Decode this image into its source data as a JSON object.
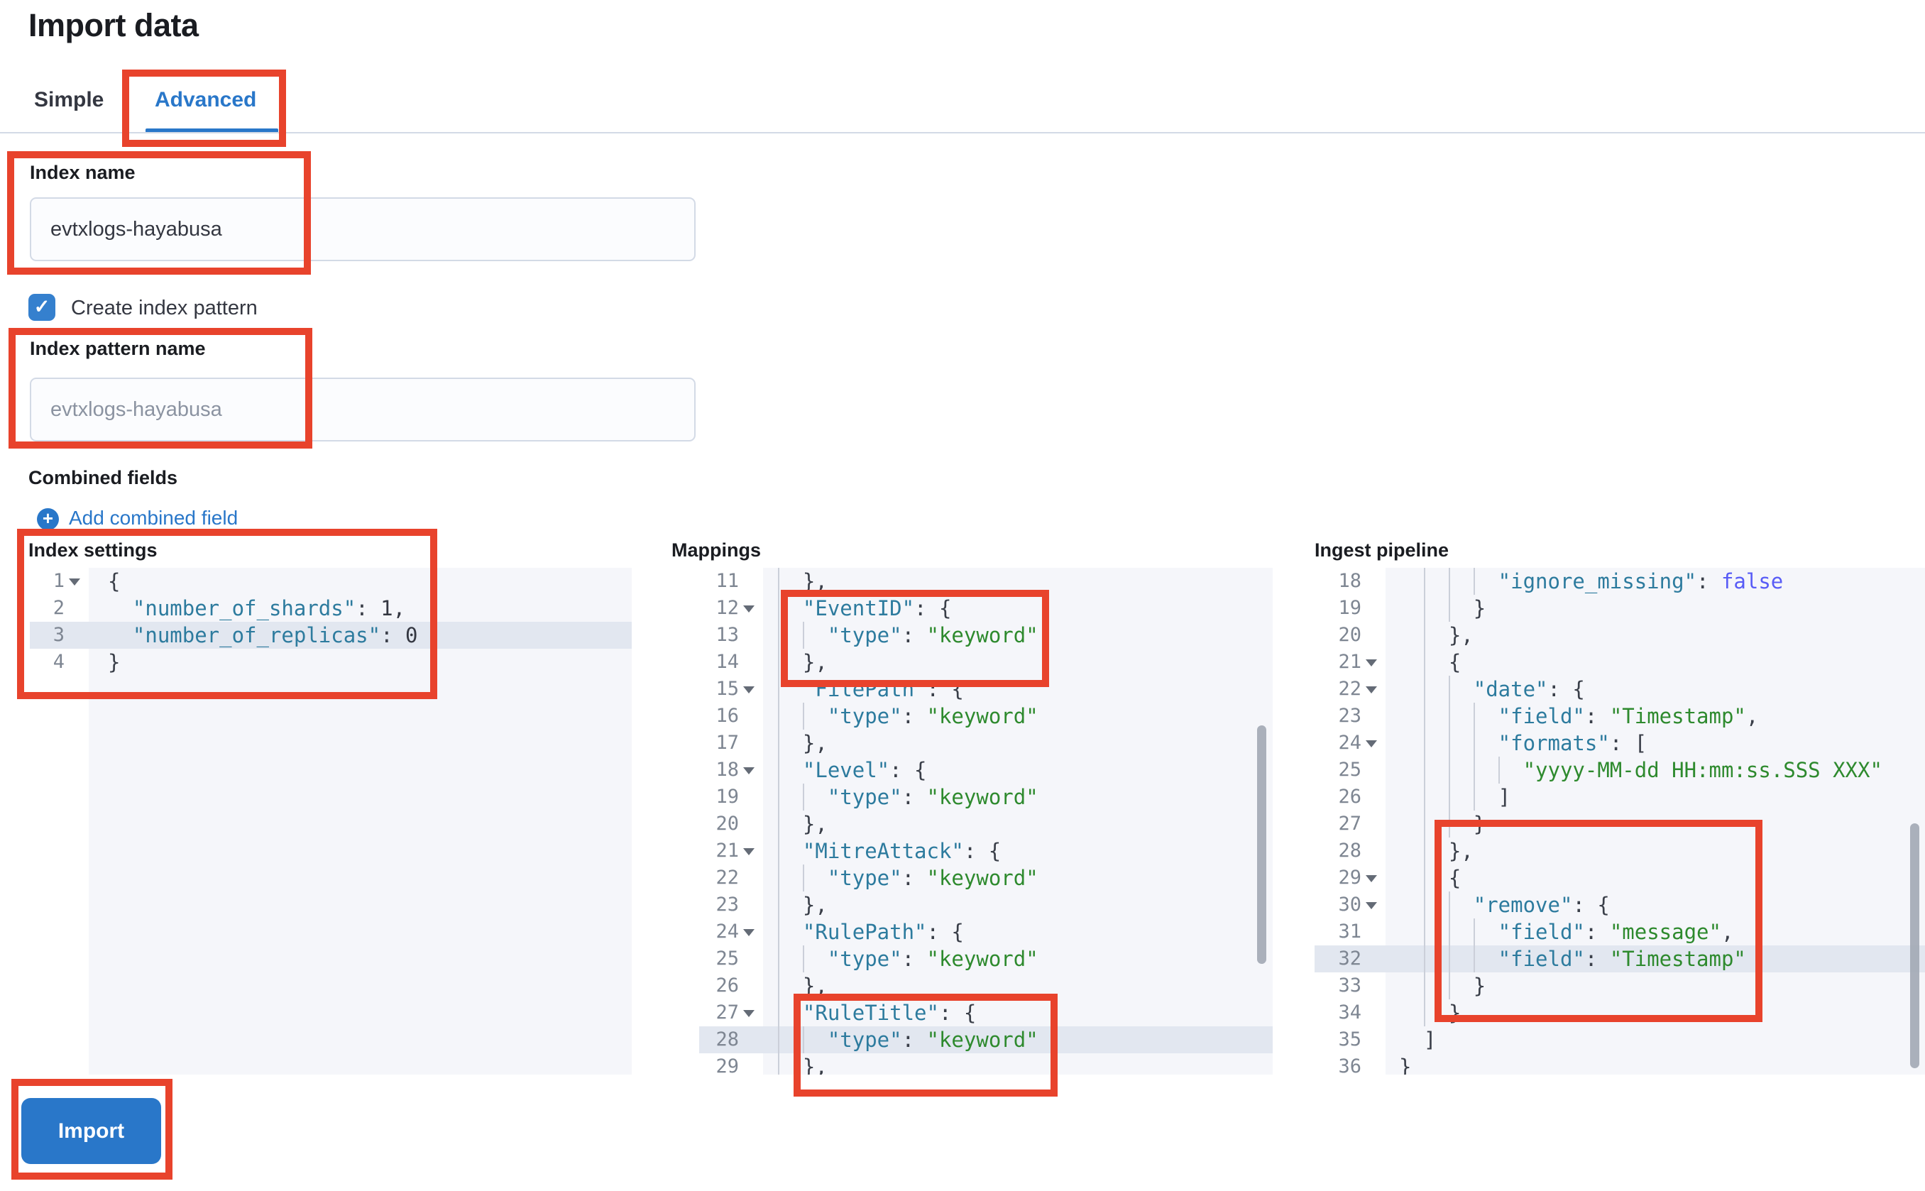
{
  "page": {
    "title": "Import data"
  },
  "tabs": {
    "simple": "Simple",
    "advanced": "Advanced"
  },
  "form": {
    "index_name": {
      "label": "Index name",
      "value": "evtxlogs-hayabusa"
    },
    "create_index_pattern": {
      "label": "Create index pattern",
      "checked": true,
      "check_glyph": "✓"
    },
    "index_pattern_name": {
      "label": "Index pattern name",
      "placeholder": "evtxlogs-hayabusa"
    },
    "combined_fields": {
      "label": "Combined fields",
      "add_link": "Add combined field",
      "plus_glyph": "+"
    }
  },
  "import_button": {
    "label": "Import"
  },
  "colors": {
    "accent": "#2977C9",
    "annotation": "#E8432C",
    "checkbox": "#3580CE",
    "editor_bg": "#F5F6FA",
    "highlight_row": "#E2E7F0",
    "syntax": {
      "k": "#2D7B9E",
      "s": "#2E8A2E",
      "b": "#585CF6",
      "n": "#343741",
      "p": "#3A3F49"
    }
  },
  "editors": [
    {
      "id": "index_settings",
      "label": "Index settings",
      "lines": [
        {
          "n": "1",
          "col": 0,
          "g": [],
          "fold": true,
          "t": [
            [
              "p",
              "{"
            ]
          ]
        },
        {
          "n": "2",
          "col": 2,
          "g": [],
          "t": [
            [
              "k",
              "\"number_of_shards\""
            ],
            [
              "p",
              ": "
            ],
            [
              "n",
              "1,"
            ]
          ]
        },
        {
          "n": "3",
          "col": 2,
          "g": [],
          "hl": true,
          "t": [
            [
              "k",
              "\"number_of_replicas\""
            ],
            [
              "p",
              ": "
            ],
            [
              "n",
              "0"
            ]
          ]
        },
        {
          "n": "4",
          "col": 0,
          "g": [],
          "t": [
            [
              "p",
              "}"
            ]
          ]
        }
      ]
    },
    {
      "id": "mappings",
      "label": "Mappings",
      "lines": [
        {
          "n": "11",
          "col": 2,
          "g": [
            0
          ],
          "t": [
            [
              "p",
              "},"
            ]
          ]
        },
        {
          "n": "12",
          "col": 2,
          "g": [
            0
          ],
          "fold": true,
          "t": [
            [
              "k",
              "\"EventID\""
            ],
            [
              "p",
              ": {"
            ]
          ]
        },
        {
          "n": "13",
          "col": 4,
          "g": [
            0,
            2
          ],
          "t": [
            [
              "k",
              "\"type\""
            ],
            [
              "p",
              ": "
            ],
            [
              "s",
              "\"keyword\""
            ]
          ]
        },
        {
          "n": "14",
          "col": 2,
          "g": [
            0
          ],
          "t": [
            [
              "p",
              "},"
            ]
          ]
        },
        {
          "n": "15",
          "col": 2,
          "g": [
            0
          ],
          "fold": true,
          "t": [
            [
              "k",
              "\"FilePath\""
            ],
            [
              "p",
              ": {"
            ]
          ]
        },
        {
          "n": "16",
          "col": 4,
          "g": [
            0,
            2
          ],
          "t": [
            [
              "k",
              "\"type\""
            ],
            [
              "p",
              ": "
            ],
            [
              "s",
              "\"keyword\""
            ]
          ]
        },
        {
          "n": "17",
          "col": 2,
          "g": [
            0
          ],
          "t": [
            [
              "p",
              "},"
            ]
          ]
        },
        {
          "n": "18",
          "col": 2,
          "g": [
            0
          ],
          "fold": true,
          "t": [
            [
              "k",
              "\"Level\""
            ],
            [
              "p",
              ": {"
            ]
          ]
        },
        {
          "n": "19",
          "col": 4,
          "g": [
            0,
            2
          ],
          "t": [
            [
              "k",
              "\"type\""
            ],
            [
              "p",
              ": "
            ],
            [
              "s",
              "\"keyword\""
            ]
          ]
        },
        {
          "n": "20",
          "col": 2,
          "g": [
            0
          ],
          "t": [
            [
              "p",
              "},"
            ]
          ]
        },
        {
          "n": "21",
          "col": 2,
          "g": [
            0
          ],
          "fold": true,
          "t": [
            [
              "k",
              "\"MitreAttack\""
            ],
            [
              "p",
              ": {"
            ]
          ]
        },
        {
          "n": "22",
          "col": 4,
          "g": [
            0,
            2
          ],
          "t": [
            [
              "k",
              "\"type\""
            ],
            [
              "p",
              ": "
            ],
            [
              "s",
              "\"keyword\""
            ]
          ]
        },
        {
          "n": "23",
          "col": 2,
          "g": [
            0
          ],
          "t": [
            [
              "p",
              "},"
            ]
          ]
        },
        {
          "n": "24",
          "col": 2,
          "g": [
            0
          ],
          "fold": true,
          "t": [
            [
              "k",
              "\"RulePath\""
            ],
            [
              "p",
              ": {"
            ]
          ]
        },
        {
          "n": "25",
          "col": 4,
          "g": [
            0,
            2
          ],
          "t": [
            [
              "k",
              "\"type\""
            ],
            [
              "p",
              ": "
            ],
            [
              "s",
              "\"keyword\""
            ]
          ]
        },
        {
          "n": "26",
          "col": 2,
          "g": [
            0
          ],
          "t": [
            [
              "p",
              "},"
            ]
          ]
        },
        {
          "n": "27",
          "col": 2,
          "g": [
            0
          ],
          "fold": true,
          "t": [
            [
              "k",
              "\"RuleTitle\""
            ],
            [
              "p",
              ": {"
            ]
          ]
        },
        {
          "n": "28",
          "col": 4,
          "g": [
            0,
            2
          ],
          "hl": true,
          "t": [
            [
              "k",
              "\"type\""
            ],
            [
              "p",
              ": "
            ],
            [
              "s",
              "\"keyword\""
            ]
          ]
        },
        {
          "n": "29",
          "col": 2,
          "g": [
            0
          ],
          "t": [
            [
              "p",
              "},"
            ]
          ]
        }
      ]
    },
    {
      "id": "ingest_pipeline",
      "label": "Ingest pipeline",
      "lines": [
        {
          "n": "18",
          "col": 8,
          "g": [
            2,
            4,
            6
          ],
          "t": [
            [
              "k",
              "\"ignore_missing\""
            ],
            [
              "p",
              ": "
            ],
            [
              "b",
              "false"
            ]
          ]
        },
        {
          "n": "19",
          "col": 6,
          "g": [
            2,
            4
          ],
          "t": [
            [
              "p",
              "}"
            ]
          ]
        },
        {
          "n": "20",
          "col": 4,
          "g": [
            2
          ],
          "t": [
            [
              "p",
              "},"
            ]
          ]
        },
        {
          "n": "21",
          "col": 4,
          "g": [
            2
          ],
          "fold": true,
          "t": [
            [
              "p",
              "{"
            ]
          ]
        },
        {
          "n": "22",
          "col": 6,
          "g": [
            2,
            4
          ],
          "fold": true,
          "t": [
            [
              "k",
              "\"date\""
            ],
            [
              "p",
              ": {"
            ]
          ]
        },
        {
          "n": "23",
          "col": 8,
          "g": [
            2,
            4,
            6
          ],
          "t": [
            [
              "k",
              "\"field\""
            ],
            [
              "p",
              ": "
            ],
            [
              "s",
              "\"Timestamp\""
            ],
            [
              "p",
              ","
            ]
          ]
        },
        {
          "n": "24",
          "col": 8,
          "g": [
            2,
            4,
            6
          ],
          "fold": true,
          "t": [
            [
              "k",
              "\"formats\""
            ],
            [
              "p",
              ": ["
            ]
          ]
        },
        {
          "n": "25",
          "col": 10,
          "g": [
            2,
            4,
            6,
            8
          ],
          "t": [
            [
              "s",
              "\"yyyy-MM-dd HH:mm:ss.SSS XXX\""
            ]
          ]
        },
        {
          "n": "26",
          "col": 8,
          "g": [
            2,
            4,
            6
          ],
          "t": [
            [
              "p",
              "]"
            ]
          ]
        },
        {
          "n": "27",
          "col": 6,
          "g": [
            2,
            4
          ],
          "t": [
            [
              "p",
              "}"
            ]
          ]
        },
        {
          "n": "28",
          "col": 4,
          "g": [
            2
          ],
          "t": [
            [
              "p",
              "},"
            ]
          ]
        },
        {
          "n": "29",
          "col": 4,
          "g": [
            2
          ],
          "fold": true,
          "t": [
            [
              "p",
              "{"
            ]
          ]
        },
        {
          "n": "30",
          "col": 6,
          "g": [
            2,
            4
          ],
          "fold": true,
          "t": [
            [
              "k",
              "\"remove\""
            ],
            [
              "p",
              ": {"
            ]
          ]
        },
        {
          "n": "31",
          "col": 8,
          "g": [
            2,
            4,
            6
          ],
          "t": [
            [
              "k",
              "\"field\""
            ],
            [
              "p",
              ": "
            ],
            [
              "s",
              "\"message\""
            ],
            [
              "p",
              ","
            ]
          ]
        },
        {
          "n": "32",
          "col": 8,
          "g": [
            2,
            4,
            6
          ],
          "hl": true,
          "t": [
            [
              "k",
              "\"field\""
            ],
            [
              "p",
              ": "
            ],
            [
              "s",
              "\"Timestamp\""
            ]
          ]
        },
        {
          "n": "33",
          "col": 6,
          "g": [
            2,
            4
          ],
          "t": [
            [
              "p",
              "}"
            ]
          ]
        },
        {
          "n": "34",
          "col": 4,
          "g": [
            2
          ],
          "t": [
            [
              "p",
              "}"
            ]
          ]
        },
        {
          "n": "35",
          "col": 2,
          "g": [],
          "t": [
            [
              "p",
              "]"
            ]
          ]
        },
        {
          "n": "36",
          "col": 0,
          "g": [],
          "t": [
            [
              "p",
              "}"
            ]
          ]
        }
      ]
    }
  ]
}
